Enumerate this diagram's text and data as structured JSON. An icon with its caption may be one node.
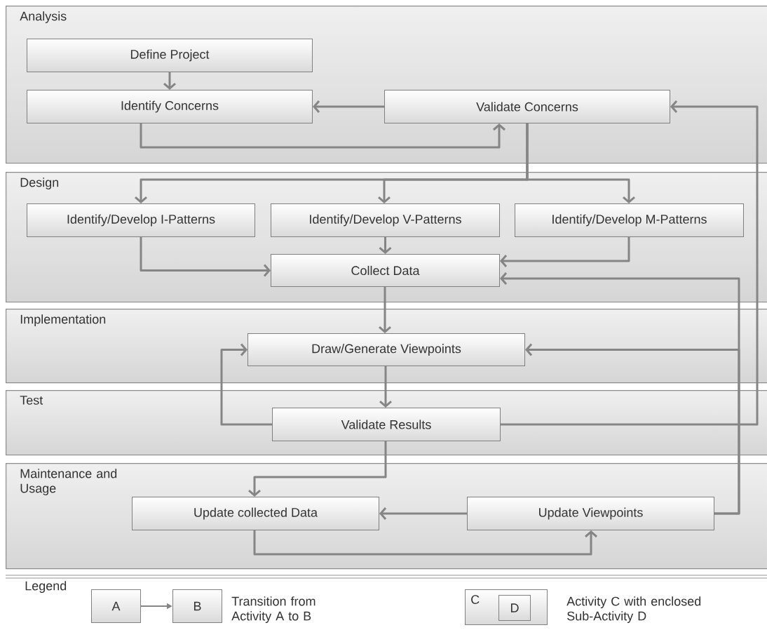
{
  "diagram": {
    "nodes": [
      {
        "text": [
          "Analysis"
        ]
      },
      {
        "text": [
          "Define Project"
        ],
        "in": 0
      },
      {
        "text": [
          "Identify Concerns"
        ],
        "in": 0
      },
      {
        "text": [
          "Validate Concerns"
        ],
        "in": 0
      },
      {
        "text": [
          "Design"
        ]
      },
      {
        "text": [
          "Identify/Develop I-Patterns"
        ],
        "in": 4
      },
      {
        "text": [
          "Identify/Develop V-Patterns"
        ],
        "in": 4
      },
      {
        "text": [
          "Identify/Develop M-Patterns"
        ],
        "in": 4
      },
      {
        "text": [
          "Collect Data"
        ],
        "in": 4
      },
      {
        "text": [
          "Implementation"
        ]
      },
      {
        "text": [
          "Draw/Generate Viewpoints"
        ],
        "in": 9
      },
      {
        "text": [
          "Test"
        ]
      },
      {
        "text": [
          "Validate Results"
        ],
        "in": 11
      },
      {
        "text": [
          "Maintenance and Usage"
        ]
      },
      {
        "text": [
          "Update collected Data"
        ],
        "in": 13
      },
      {
        "text": [
          "Update Viewpoints"
        ],
        "in": 13
      },
      {
        "text": [
          "A"
        ]
      },
      {
        "text": [
          "B"
        ]
      },
      {
        "text": [
          "C"
        ]
      },
      {
        "text": [
          "D"
        ],
        "in": 18
      }
    ],
    "edges": [
      {
        "from": 1,
        "to": 2,
        "arrow": "to"
      },
      {
        "from": 3,
        "to": 2,
        "arrow": "to"
      },
      {
        "from": 2,
        "to": 3,
        "arrow": "to"
      },
      {
        "from": 3,
        "to": 5,
        "arrow": "to"
      },
      {
        "from": 3,
        "to": 6,
        "arrow": "to"
      },
      {
        "from": 3,
        "to": 7,
        "arrow": "to"
      },
      {
        "from": 5,
        "to": 8,
        "arrow": "to"
      },
      {
        "from": 6,
        "to": 8,
        "arrow": "to"
      },
      {
        "from": 7,
        "to": 8,
        "arrow": "to"
      },
      {
        "from": 15,
        "to": 8,
        "arrow": "to"
      },
      {
        "from": 15,
        "to": 10,
        "arrow": "to"
      },
      {
        "from": 8,
        "to": 10,
        "arrow": "to"
      },
      {
        "from": 10,
        "to": 12,
        "arrow": "to"
      },
      {
        "from": 12,
        "to": 10,
        "arrow": "to"
      },
      {
        "from": 12,
        "to": 3,
        "arrow": "to"
      },
      {
        "from": 12,
        "to": 14,
        "arrow": "to"
      },
      {
        "from": 15,
        "to": 14,
        "arrow": "to"
      },
      {
        "from": 14,
        "to": 15,
        "arrow": "to"
      },
      {
        "from": 16,
        "to": 17,
        "arrow": "to"
      }
    ],
    "labels": [
      "Legend",
      "Transition from Activity A to B",
      "Activity C with enclosed Sub-Activity D"
    ]
  }
}
